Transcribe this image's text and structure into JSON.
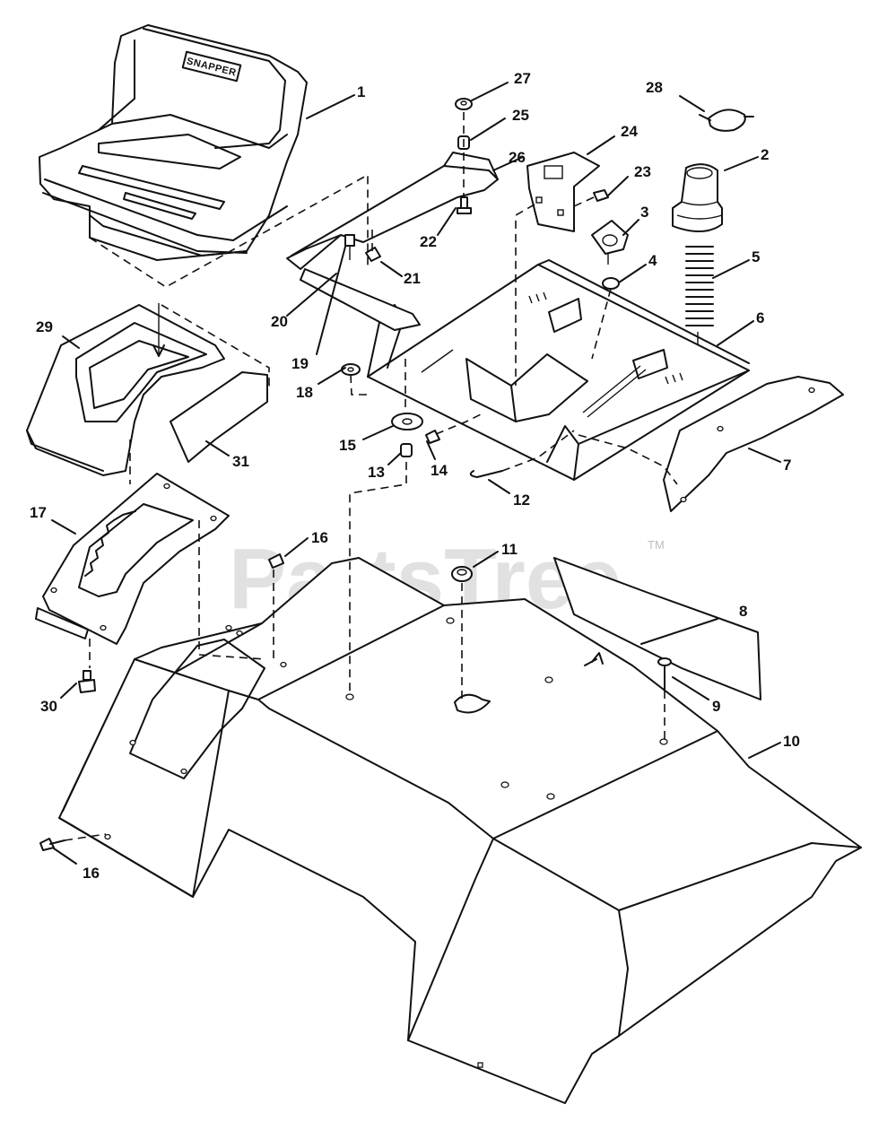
{
  "watermark": {
    "text": "PartsTree",
    "trademark": "TM"
  },
  "seat_brand": "SNAPPER",
  "callouts": {
    "c1": "1",
    "c2": "2",
    "c3": "3",
    "c4": "4",
    "c5": "5",
    "c6": "6",
    "c7": "7",
    "c8": "8",
    "c9": "9",
    "c10": "10",
    "c11": "11",
    "c12": "12",
    "c13": "13",
    "c14": "14",
    "c15": "15",
    "c16a": "16",
    "c16b": "16",
    "c17": "17",
    "c18": "18",
    "c19": "19",
    "c20": "20",
    "c21": "21",
    "c22": "22",
    "c23": "23",
    "c24": "24",
    "c25": "25",
    "c26": "26",
    "c27": "27",
    "c28": "28",
    "c29": "29",
    "c30": "30",
    "c31": "31"
  }
}
